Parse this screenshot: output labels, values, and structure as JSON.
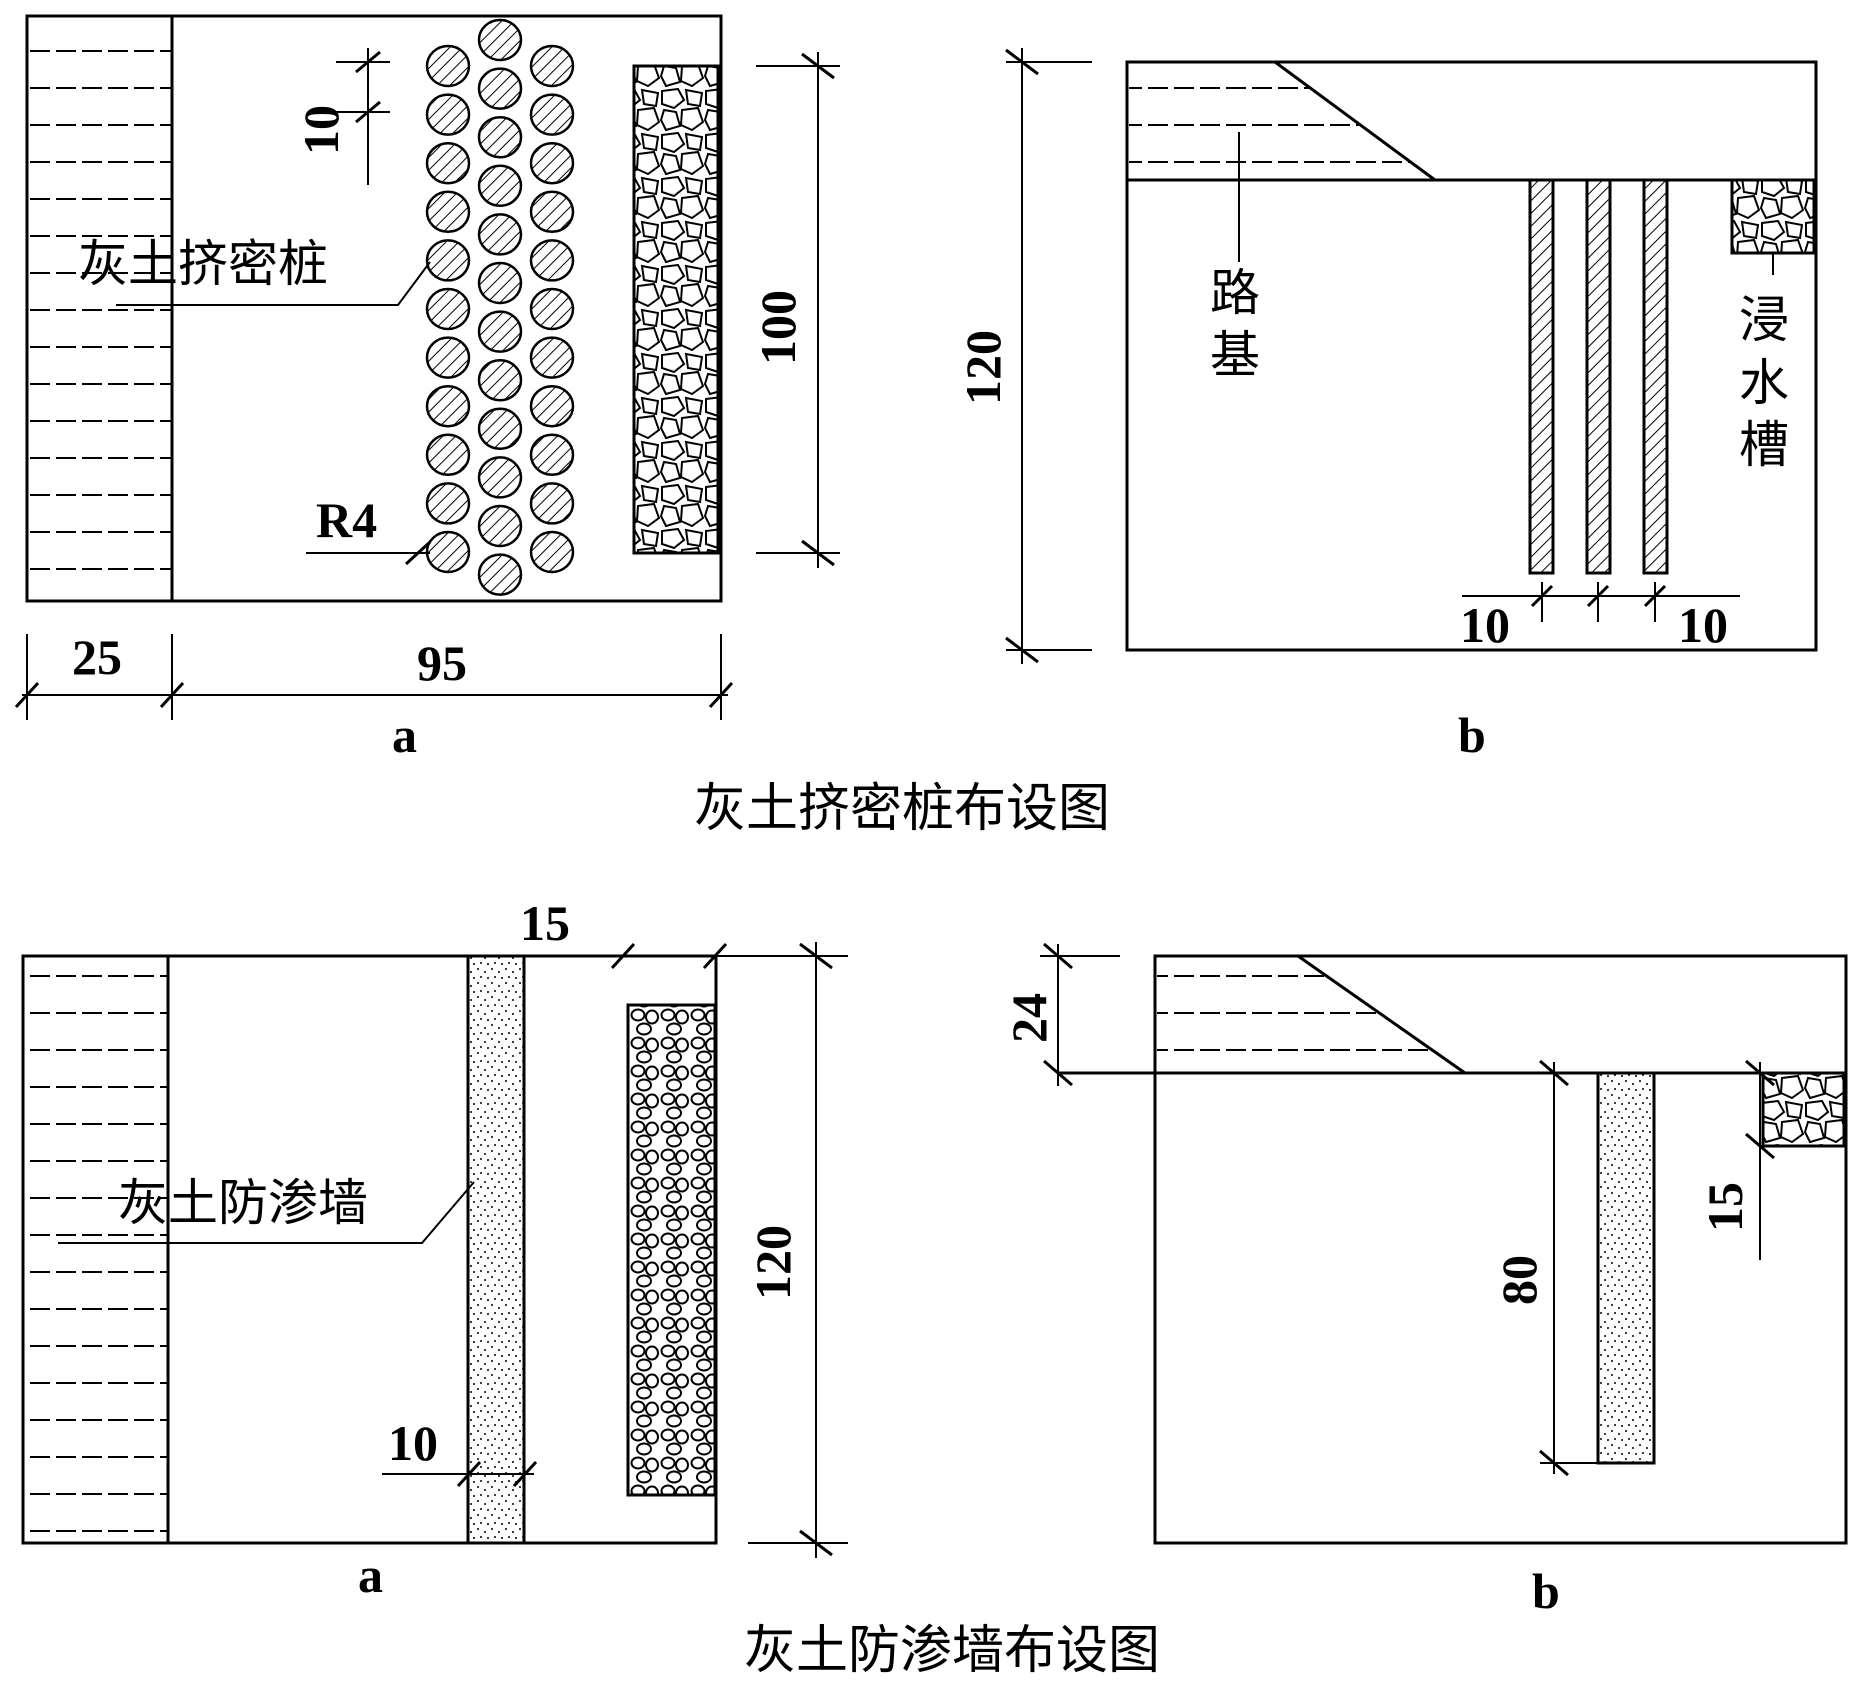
{
  "figure1": {
    "caption": "灰土挤密桩布设图",
    "panel_a": {
      "label": "a",
      "pile_label": "灰土挤密桩",
      "radius_label": "R4",
      "spacing_label": "10",
      "length_label": "100",
      "width_left": "25",
      "width_right": "95"
    },
    "panel_b": {
      "label": "b",
      "height_label": "120",
      "subgrade_label": "路基",
      "trench_label": "浸水槽",
      "spacing_left": "10",
      "spacing_right": "10"
    }
  },
  "figure2": {
    "caption": "灰土防渗墙布设图",
    "panel_a": {
      "label": "a",
      "wall_label": "灰土防渗墙",
      "gap_label": "15",
      "thickness_label": "10",
      "height_label": "120"
    },
    "panel_b": {
      "label": "b",
      "subgrade_height_label": "24",
      "wall_depth_label": "80",
      "trench_depth_label": "15"
    }
  }
}
